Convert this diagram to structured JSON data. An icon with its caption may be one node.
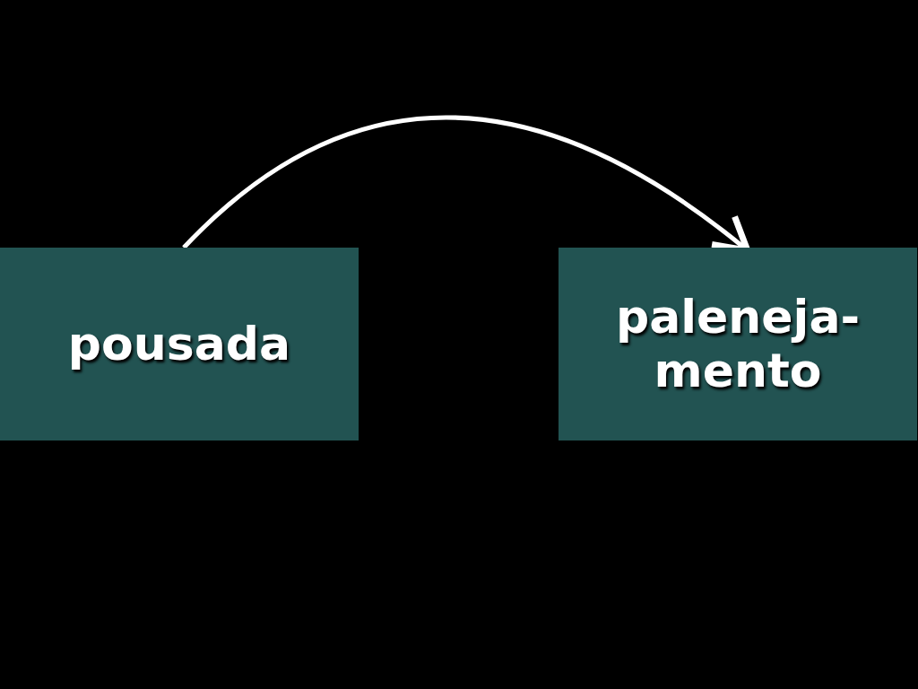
{
  "diagram": {
    "nodes": [
      {
        "text": [
          "pousada"
        ]
      },
      {
        "text": [
          "paleneja- mento"
        ]
      }
    ],
    "edges": [
      {
        "from": 0,
        "to": 1,
        "arrow": "to"
      }
    ]
  }
}
